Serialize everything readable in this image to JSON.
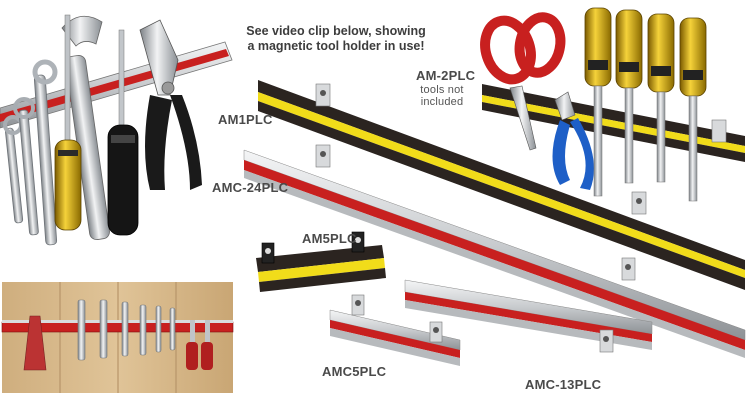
{
  "headline": {
    "line1": "See video clip below, showing",
    "line2": "a magnetic tool holder in use!"
  },
  "labels": {
    "am1plc": "AM1PLC",
    "amc24plc": "AMC-24PLC",
    "am2plc": "AM-2PLC",
    "am2plc_note_line1": "tools not",
    "am2plc_note_line2": "included",
    "am5plc": "AM5PLC",
    "amc5plc": "AMC5PLC",
    "amc13plc": "AMC-13PLC"
  },
  "colors": {
    "black_bar": "#2b2420",
    "yellow_strip": "#f1dc1a",
    "red_strip": "#c8201f",
    "steel": "#d6d8da",
    "steel_dark": "#8e9296",
    "wood": "#d6b88a",
    "label_text": "#4a4a4a"
  }
}
